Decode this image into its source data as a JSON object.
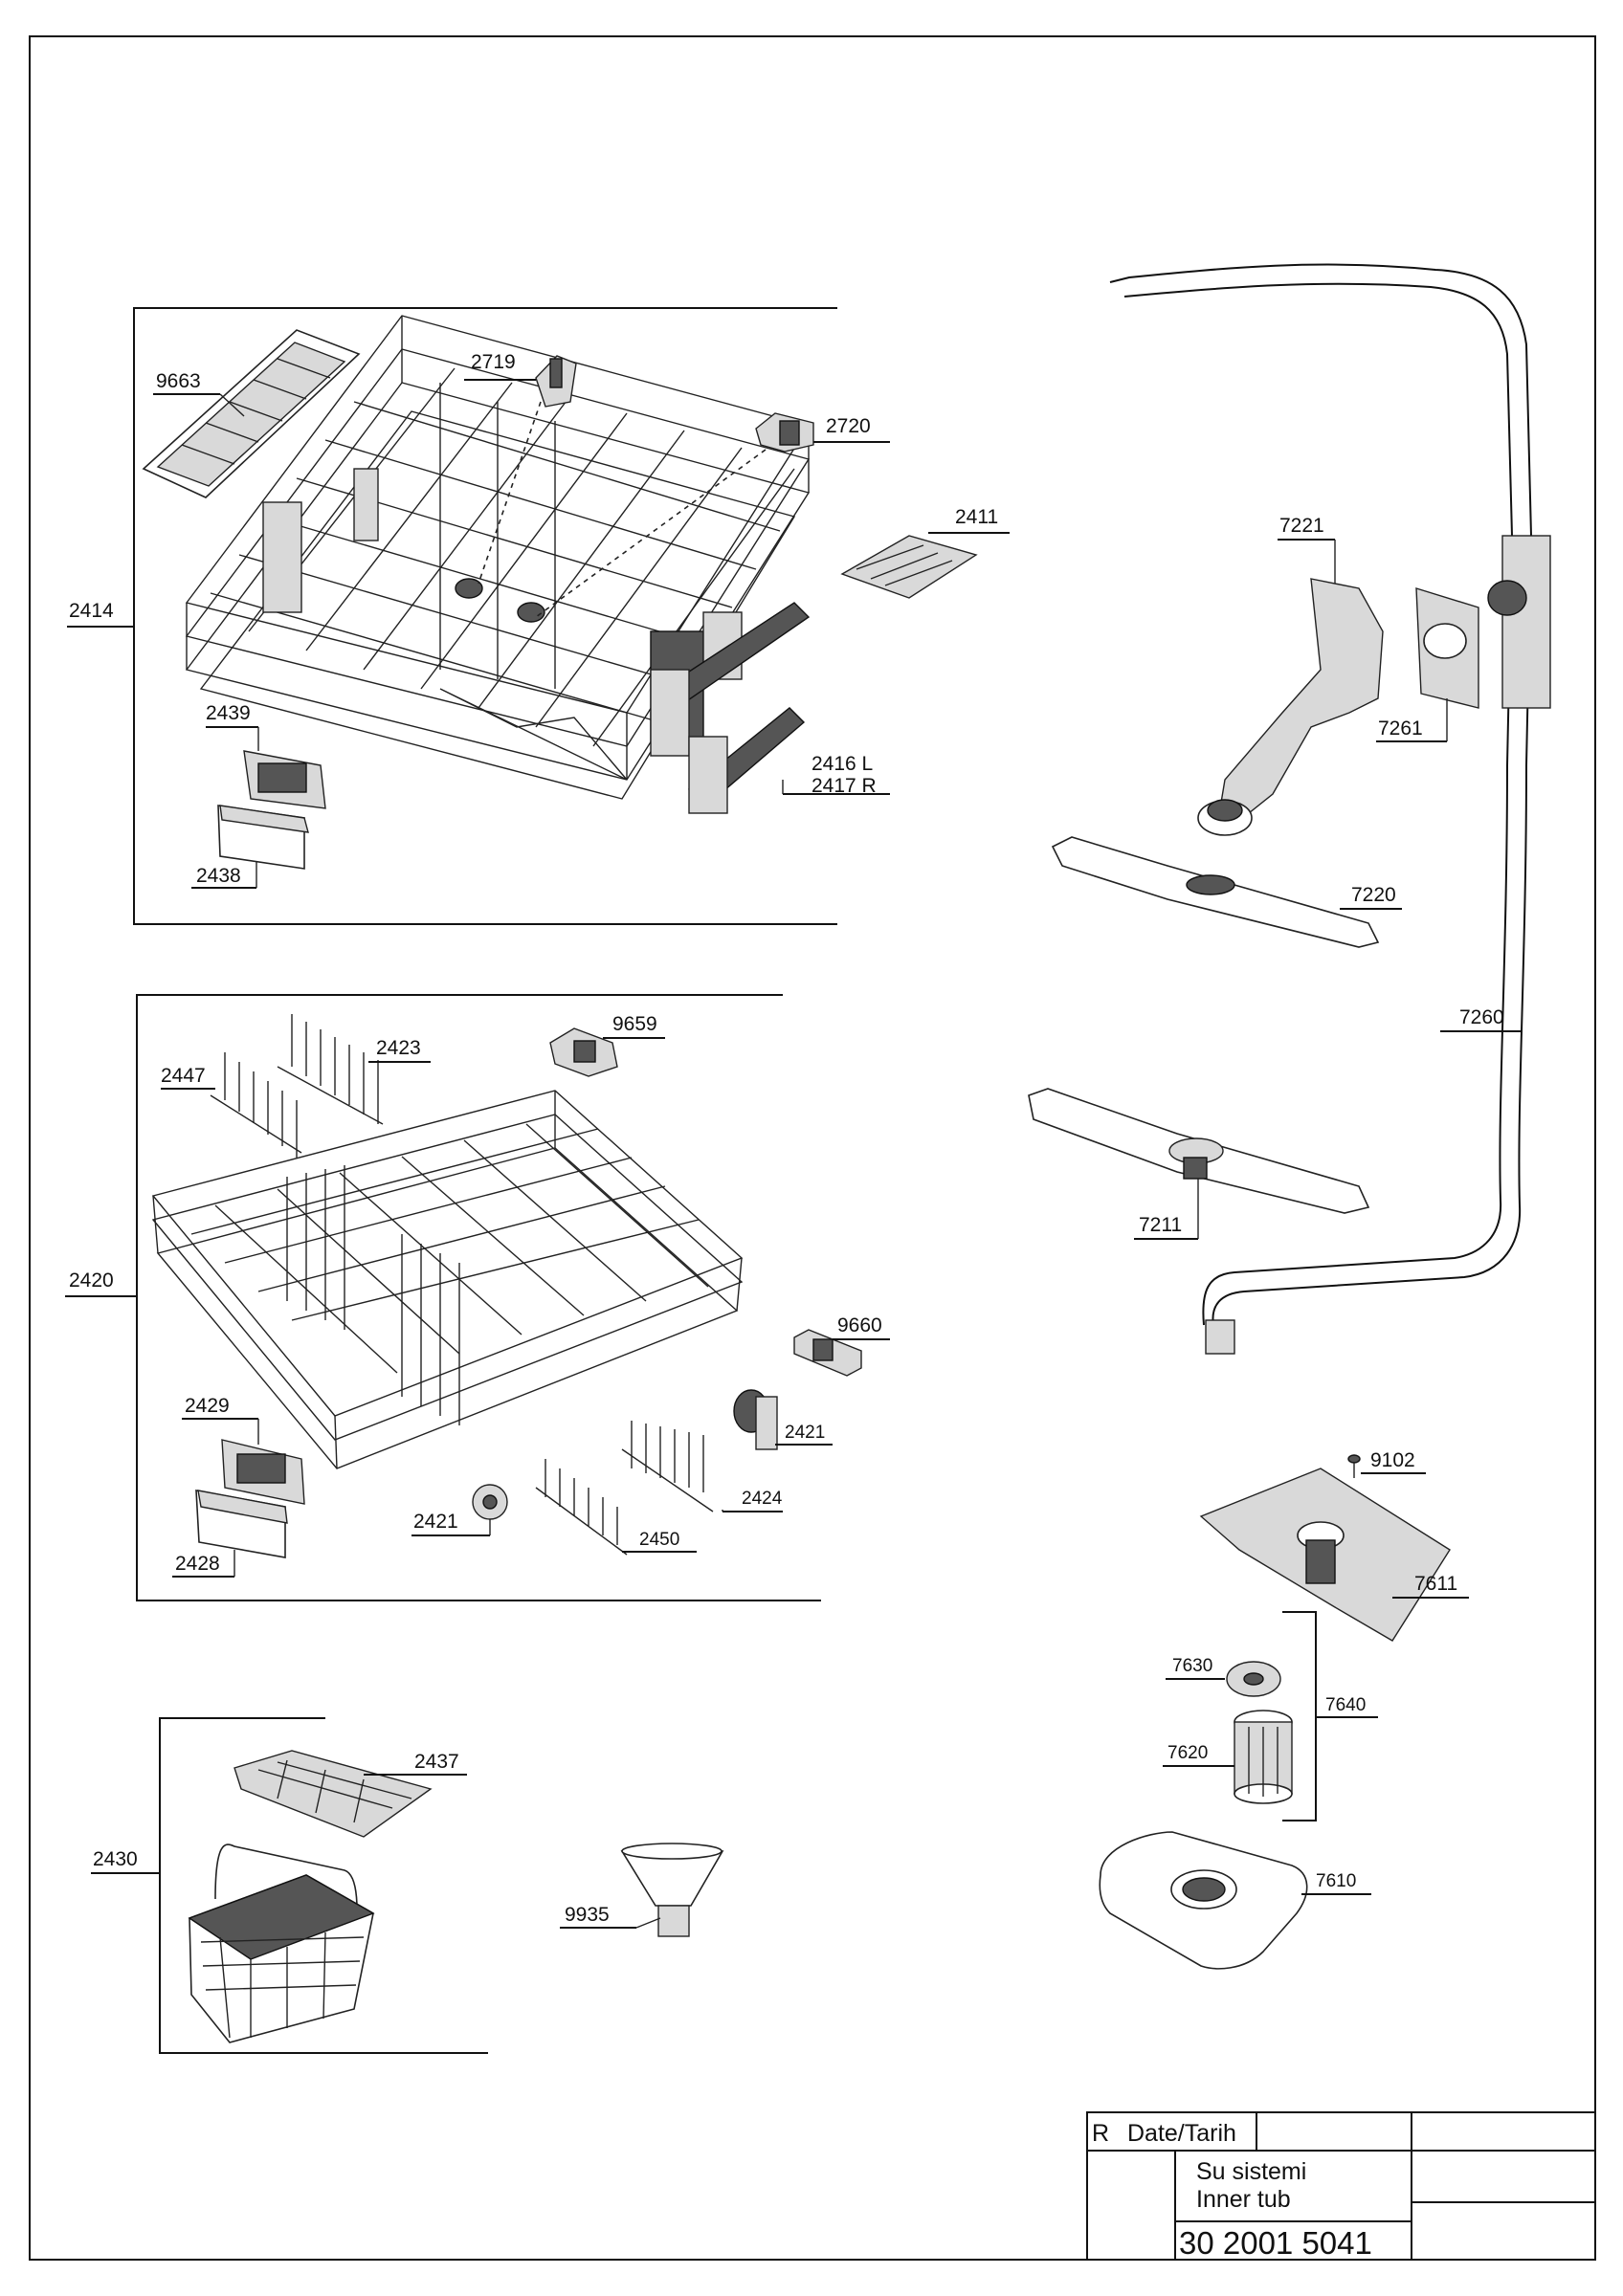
{
  "labels": {
    "p2414": "2414",
    "p9663": "9663",
    "p2719": "2719",
    "p2720": "2720",
    "p2411": "2411",
    "p2439": "2439",
    "p2438": "2438",
    "p2416": "2416 L",
    "p2417": "2417 R",
    "p2420": "2420",
    "p2423": "2423",
    "p2447": "2447",
    "p9659": "9659",
    "p9660": "9660",
    "p2421a": "2421",
    "p2429": "2429",
    "p2424": "2424",
    "p2421b": "2421",
    "p2450": "2450",
    "p2428": "2428",
    "p2430": "2430",
    "p2437": "2437",
    "p9935": "9935",
    "p7221": "7221",
    "p7261": "7261",
    "p7220": "7220",
    "p7260": "7260",
    "p7211": "7211",
    "p9102": "9102",
    "p7611": "7611",
    "p7630": "7630",
    "p7640": "7640",
    "p7620": "7620",
    "p7610": "7610"
  },
  "title_block": {
    "rev": "R",
    "date_label": "Date/Tarih",
    "name_tr": "Su sistemi",
    "name_en": "Inner tub",
    "part_no": "30 2001 5041"
  }
}
